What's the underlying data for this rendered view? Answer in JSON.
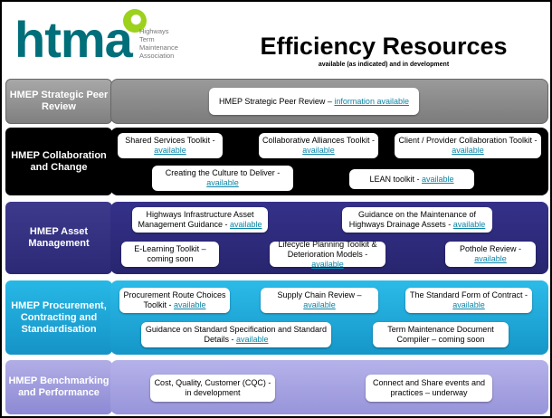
{
  "header": {
    "logo_word": "htma",
    "logo_sub": [
      "Highways",
      "Term",
      "Maintenance",
      "Association"
    ],
    "title": "Efficiency Resources",
    "subtitle": "available (as indicated) and in development"
  },
  "colors": {
    "logo_teal": "#006f7a",
    "logo_green": "#9cd11c",
    "link": "#0b86a8",
    "row_peer": "#8f8f8f",
    "row_collab": "#000000",
    "row_asset": "#2f2c7d",
    "row_procurement": "#1ea5d8",
    "row_benchmarking": "#a19edf"
  },
  "rows": {
    "peer": {
      "label": "HMEP Strategic Peer Review",
      "items": [
        {
          "text": "HMEP Strategic Peer Review – ",
          "link": "information available"
        }
      ]
    },
    "collab": {
      "label": "HMEP Collaboration and Change",
      "items": [
        {
          "text": "Shared Services Toolkit - ",
          "link": "available"
        },
        {
          "text": "Collaborative Alliances Toolkit - ",
          "link": "available"
        },
        {
          "text": "Client / Provider Collaboration Toolkit - ",
          "link": "available"
        },
        {
          "text": "Creating the Culture to Deliver - ",
          "link": "available"
        },
        {
          "text": "LEAN toolkit - ",
          "link": "available"
        }
      ]
    },
    "asset": {
      "label": "HMEP Asset Management",
      "items": [
        {
          "text": "Highways Infrastructure Asset Management Guidance - ",
          "link": "available"
        },
        {
          "text": "Guidance on the Maintenance of Highways Drainage Assets - ",
          "link": "available"
        },
        {
          "text": "E-Learning Toolkit – coming soon",
          "link": ""
        },
        {
          "text": "Lifecycle Planning Toolkit & Deterioration Models - ",
          "link": "available"
        },
        {
          "text": "Pothole Review - ",
          "link": "available"
        }
      ]
    },
    "procurement": {
      "label": "HMEP Procurement, Contracting and Standardisation",
      "items": [
        {
          "text": "Procurement Route Choices Toolkit - ",
          "link": "available"
        },
        {
          "text": "Supply Chain Review – ",
          "link": "available"
        },
        {
          "text": "The Standard Form of Contract - ",
          "link": "available"
        },
        {
          "text": "Guidance on Standard Specification and Standard Details - ",
          "link": "available"
        },
        {
          "text": "Term Maintenance Document Compiler – coming soon",
          "link": ""
        }
      ]
    },
    "benchmarking": {
      "label": "HMEP Benchmarking and Performance",
      "items": [
        {
          "text": "Cost, Quality, Customer (CQC) - in development",
          "link": ""
        },
        {
          "text": "Connect and Share events and practices – underway",
          "link": ""
        }
      ]
    }
  }
}
